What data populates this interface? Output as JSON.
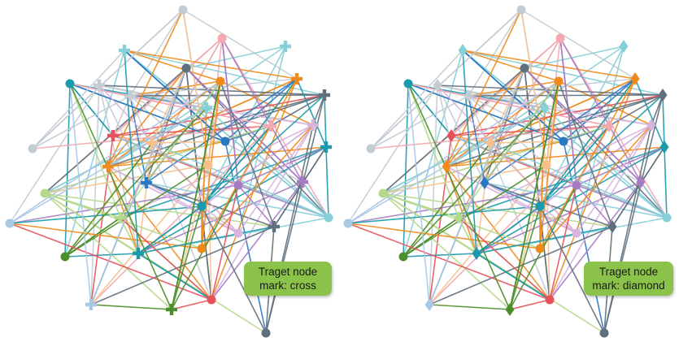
{
  "panels": [
    {
      "label_line1": "Traget node",
      "label_line2": "mark: cross",
      "target_mark": "cross"
    },
    {
      "label_line1": "Traget node",
      "label_line2": "mark: diamond",
      "target_mark": "diamond"
    }
  ],
  "colors": {
    "label_bg": "#8bc34a"
  },
  "nodes": [
    {
      "c": "#c4ccd3",
      "t": 0
    },
    {
      "c": "#f4a8b0",
      "t": 0
    },
    {
      "c": "#86d0d8",
      "t": 1
    },
    {
      "c": "#86d0d8",
      "t": 1
    },
    {
      "c": "#5f707c",
      "t": 0
    },
    {
      "c": "#1a9aaa",
      "t": 0
    },
    {
      "c": "#c4ccd3",
      "t": 1
    },
    {
      "c": "#f08a1c",
      "t": 0
    },
    {
      "c": "#f08a1c",
      "t": 1
    },
    {
      "c": "#5f707c",
      "t": 1
    },
    {
      "c": "#c4ccd3",
      "t": 1
    },
    {
      "c": "#86d0d8",
      "t": 1
    },
    {
      "c": "#e8505b",
      "t": 1
    },
    {
      "c": "#f7c08a",
      "t": 1
    },
    {
      "c": "#2b78c2",
      "t": 0
    },
    {
      "c": "#f4a8b0",
      "t": 1
    },
    {
      "c": "#d7b3de",
      "t": 1
    },
    {
      "c": "#c4ccd3",
      "t": 0
    },
    {
      "c": "#1a9aaa",
      "t": 1
    },
    {
      "c": "#f08a1c",
      "t": 1
    },
    {
      "c": "#f7c08a",
      "t": 0
    },
    {
      "c": "#2b78c2",
      "t": 1
    },
    {
      "c": "#a77bc4",
      "t": 0
    },
    {
      "c": "#a77bc4",
      "t": 1
    },
    {
      "c": "#b5d98a",
      "t": 0
    },
    {
      "c": "#1a9aaa",
      "t": 0
    },
    {
      "c": "#86d0d8",
      "t": 0
    },
    {
      "c": "#a9c8e6",
      "t": 0
    },
    {
      "c": "#b5d98a",
      "t": 1
    },
    {
      "c": "#5f707c",
      "t": 1
    },
    {
      "c": "#d7b3de",
      "t": 0
    },
    {
      "c": "#4a8f2a",
      "t": 0
    },
    {
      "c": "#f08a1c",
      "t": 0
    },
    {
      "c": "#1a9aaa",
      "t": 1
    },
    {
      "c": "#e8505b",
      "t": 0
    },
    {
      "c": "#a9c8e6",
      "t": 1
    },
    {
      "c": "#4a8f2a",
      "t": 1
    },
    {
      "c": "#5f707c",
      "t": 0
    }
  ]
}
